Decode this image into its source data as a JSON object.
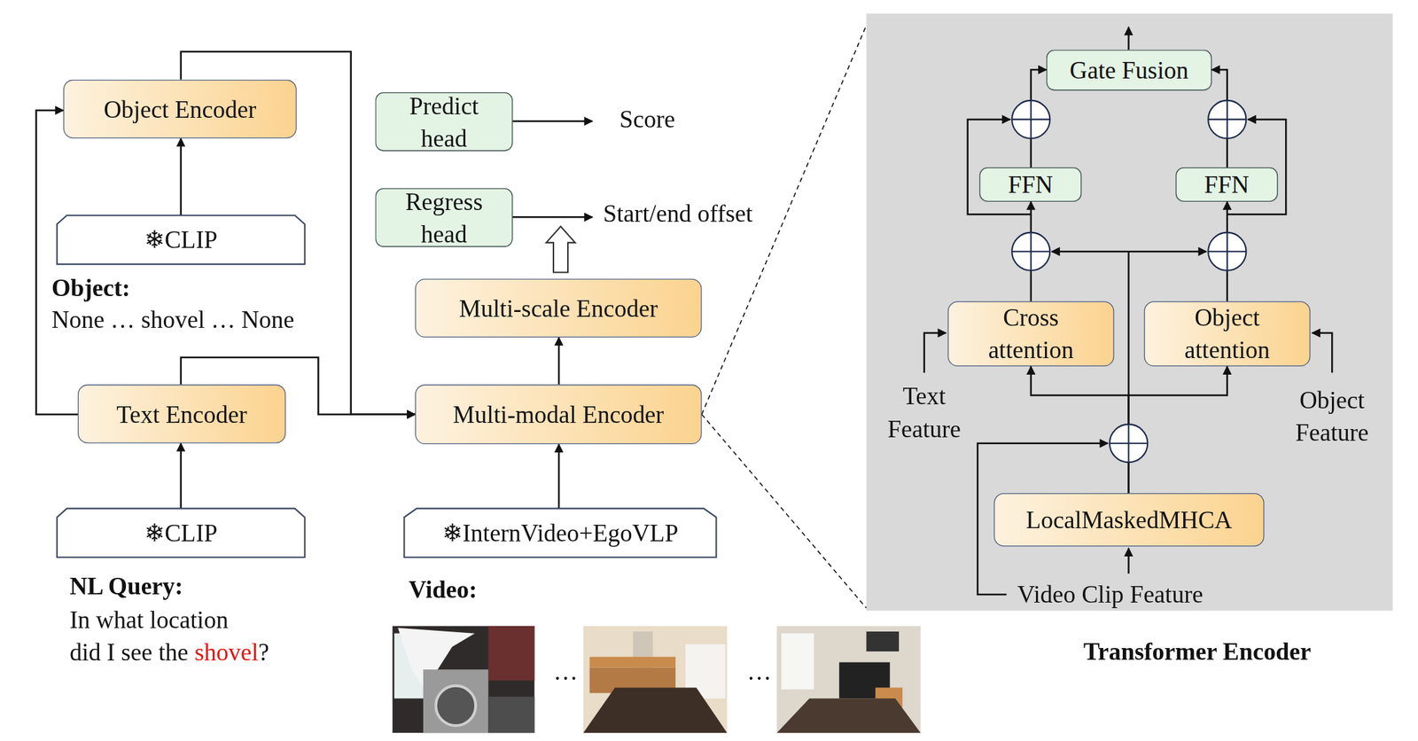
{
  "diagram": {
    "nodes": [
      {
        "text": [
          "Object Encoder"
        ]
      },
      {
        "text": [
          "❄CLIP"
        ]
      },
      {
        "text": [
          "Text Encoder"
        ]
      },
      {
        "text": [
          "❄CLIP"
        ]
      },
      {
        "text": [
          "Predict head"
        ]
      },
      {
        "text": [
          "Regress head"
        ]
      },
      {
        "text": [
          "Multi-scale Encoder"
        ]
      },
      {
        "text": [
          "Multi-modal Encoder"
        ]
      },
      {
        "text": [
          "❄InternVideo+EgoVLP"
        ]
      },
      {
        "text": [
          "Transformer Encoder"
        ]
      },
      {
        "text": [
          "Gate Fusion"
        ],
        "in": 9
      },
      {
        "text": [
          "FFN"
        ],
        "in": 9
      },
      {
        "text": [
          "FFN"
        ],
        "in": 9
      },
      {
        "text": [
          "Cross attention"
        ],
        "in": 9
      },
      {
        "text": [
          "Object attention"
        ],
        "in": 9
      },
      {
        "text": [
          "LocalMaskedMHCA"
        ],
        "in": 9
      }
    ],
    "edges": [
      {
        "from": 1,
        "to": 0,
        "arrow": "to"
      },
      {
        "from": 3,
        "to": 2,
        "arrow": "to"
      },
      {
        "from": 2,
        "to": 0,
        "arrow": "to"
      },
      {
        "from": 2,
        "to": 7,
        "arrow": "to"
      },
      {
        "from": 0,
        "to": 7,
        "arrow": "to"
      },
      {
        "from": 8,
        "to": 7,
        "arrow": "to"
      },
      {
        "from": 7,
        "to": 6,
        "arrow": "to"
      },
      {
        "from": 6,
        "to": 5,
        "arrow": "to"
      },
      {
        "from": 15,
        "to": 13,
        "arrow": "to"
      },
      {
        "from": 15,
        "to": 14,
        "arrow": "to"
      },
      {
        "from": 13,
        "to": 11,
        "arrow": "to"
      },
      {
        "from": 14,
        "to": 12,
        "arrow": "to"
      },
      {
        "from": 11,
        "to": 10,
        "arrow": "to"
      },
      {
        "from": 12,
        "to": 10,
        "arrow": "to"
      },
      {
        "from": 7,
        "to": 9,
        "arrow": "none"
      },
      {
        "from": 7,
        "to": 9,
        "arrow": "none"
      }
    ],
    "labels": [
      "Object:",
      "None … shovel … None",
      "NL Query:",
      "In what location did I see the",
      "shovel",
      "?",
      "Video:",
      "…",
      "…",
      "Score",
      "Start/end offset",
      "Text Feature",
      "Object Feature",
      "Video Clip Feature"
    ]
  }
}
